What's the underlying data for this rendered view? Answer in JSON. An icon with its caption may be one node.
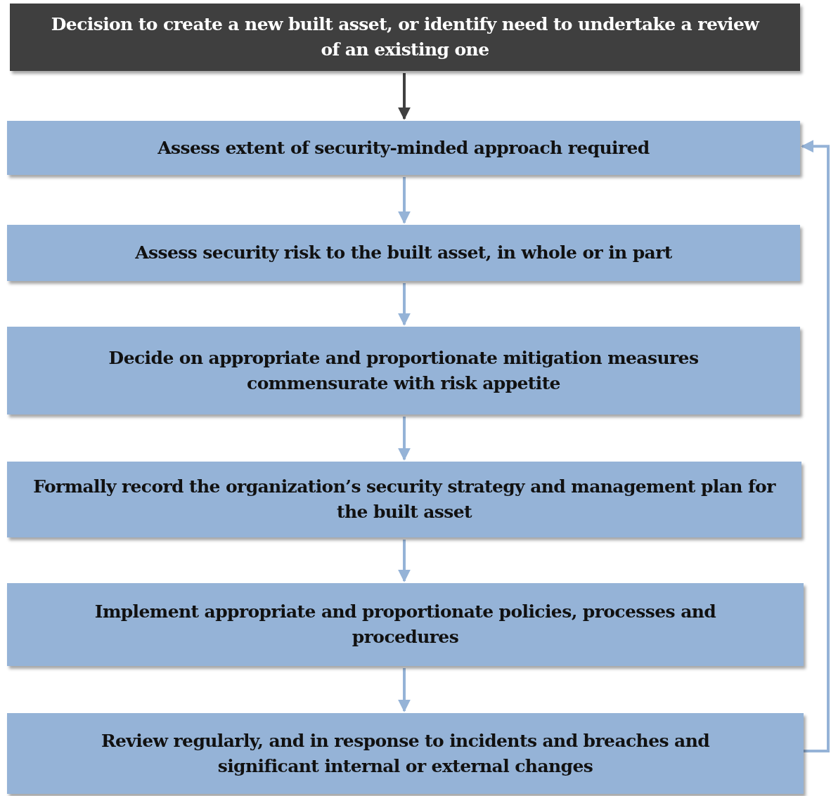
{
  "diagram": {
    "nodes": [
      {
        "text": [
          "Decision to create a new built asset, or identify need to undertake a review of an existing one"
        ]
      },
      {
        "text": [
          "Assess extent of security-minded approach required"
        ]
      },
      {
        "text": [
          "Assess security risk to the built asset, in whole or in part"
        ]
      },
      {
        "text": [
          "Decide on appropriate and proportionate mitigation measures commensurate with risk appetite"
        ]
      },
      {
        "text": [
          "Formally record the organization’s security strategy and management plan for the built asset"
        ]
      },
      {
        "text": [
          "Implement appropriate and proportionate policies, processes and procedures"
        ]
      },
      {
        "text": [
          "Review regularly, and in response to incidents and breaches and significant internal or external changes"
        ]
      }
    ],
    "edges": [
      {
        "from": 0,
        "to": 1,
        "arrow": "to",
        "color": "#404040"
      },
      {
        "from": 1,
        "to": 2,
        "arrow": "to"
      },
      {
        "from": 2,
        "to": 3,
        "arrow": "to"
      },
      {
        "from": 3,
        "to": 4,
        "arrow": "to"
      },
      {
        "from": 4,
        "to": 5,
        "arrow": "to"
      },
      {
        "from": 5,
        "to": 6,
        "arrow": "to"
      },
      {
        "from": 6,
        "to": 1,
        "arrow": "to"
      }
    ]
  }
}
